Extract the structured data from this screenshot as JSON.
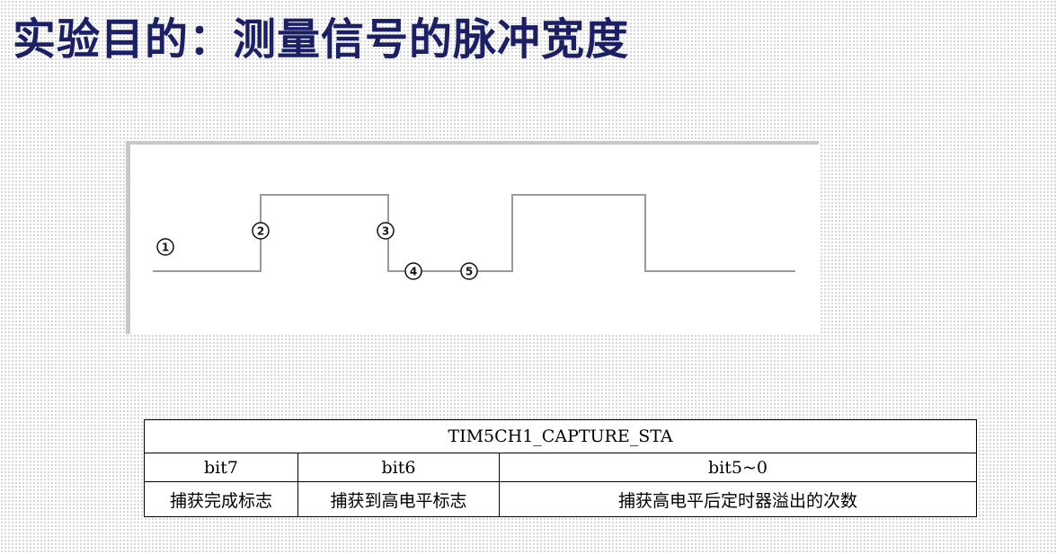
{
  "slide": {
    "title": "实验目的：测量信号的脉冲宽度"
  },
  "waveform": {
    "markers": [
      {
        "id": "1",
        "label": "1"
      },
      {
        "id": "2",
        "label": "2"
      },
      {
        "id": "3",
        "label": "3"
      },
      {
        "id": "4",
        "label": "4"
      },
      {
        "id": "5",
        "label": "5"
      }
    ]
  },
  "caption": {
    "text": ""
  },
  "register_table": {
    "title": "TIM5CH1_CAPTURE_STA",
    "columns": [
      {
        "bits": "bit7",
        "description": "捕获完成标志"
      },
      {
        "bits": "bit6",
        "description": "捕获到高电平标志"
      },
      {
        "bits": "bit5~0",
        "description": "捕获高电平后定时器溢出的次数"
      }
    ]
  },
  "colors": {
    "title": "#1a1f66",
    "waveform_line": "#9a9a9a",
    "panel_border": "#c8c8c8",
    "table_border": "#000000"
  }
}
